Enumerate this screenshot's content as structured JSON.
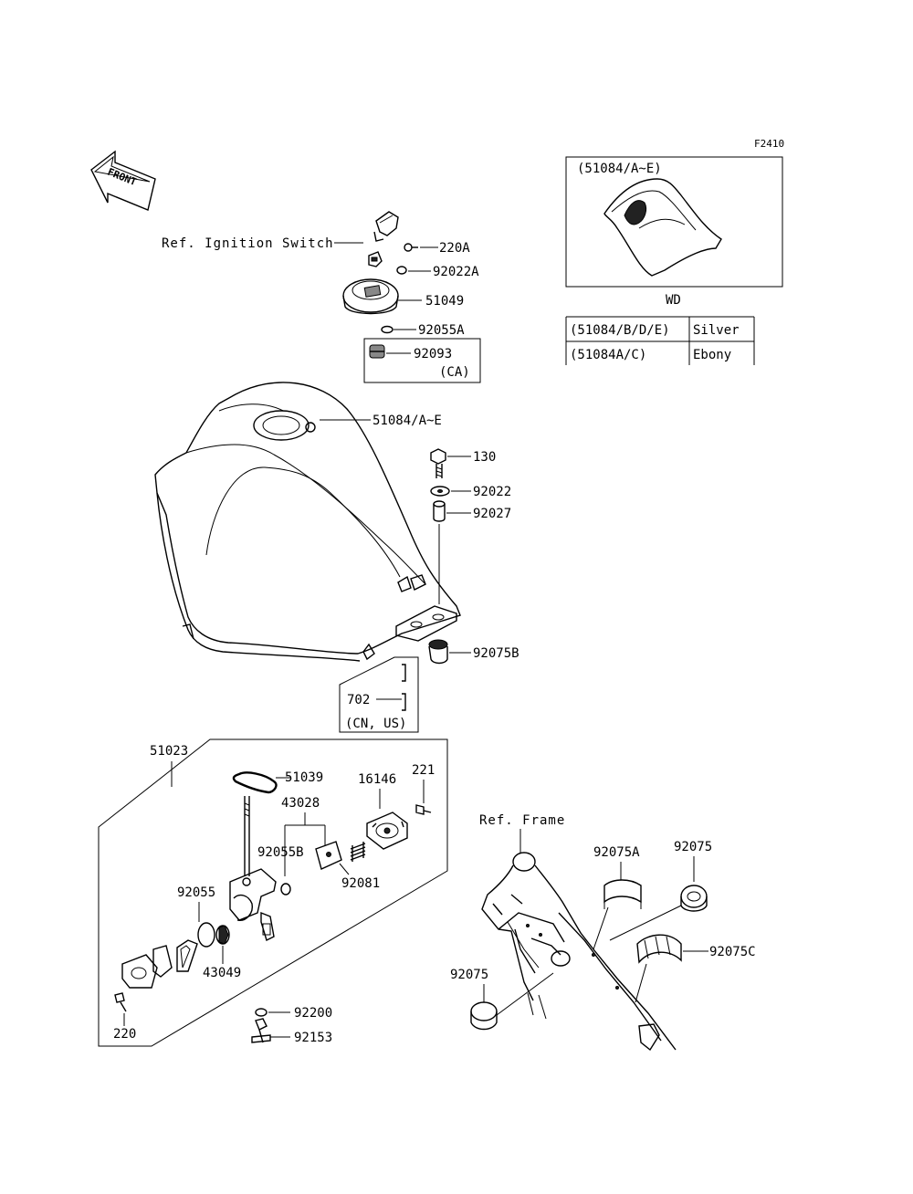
{
  "figure_code": "F2410",
  "front_arrow": "FRONT",
  "wd_box": {
    "label": "(51084/A~E)",
    "caption": "WD"
  },
  "color_table": [
    {
      "part": "(51084/B/D/E)",
      "color": "Silver"
    },
    {
      "part": "(51084A/C)",
      "color": "Ebony"
    }
  ],
  "labels": {
    "ref_ignition": "Ref. Ignition Switch",
    "p220A": "220A",
    "p92022A": "92022A",
    "p51049": "51049",
    "p92055A": "92055A",
    "p92093": "92093",
    "ca": "(CA)",
    "p51084": "51084/A~E",
    "p130": "130",
    "p92022": "92022",
    "p92027": "92027",
    "p92075B": "92075B",
    "p702": "702",
    "cn_us": "(CN, US)",
    "p51023": "51023",
    "p51039": "51039",
    "p16146": "16146",
    "p221": "221",
    "p43028": "43028",
    "p92055B": "92055B",
    "p92081": "92081",
    "p92055": "92055",
    "p43049": "43049",
    "p220": "220",
    "p92200": "92200",
    "p92153": "92153",
    "ref_frame": "Ref. Frame",
    "p92075A": "92075A",
    "p92075_top": "92075",
    "p92075C": "92075C",
    "p92075_left": "92075"
  }
}
